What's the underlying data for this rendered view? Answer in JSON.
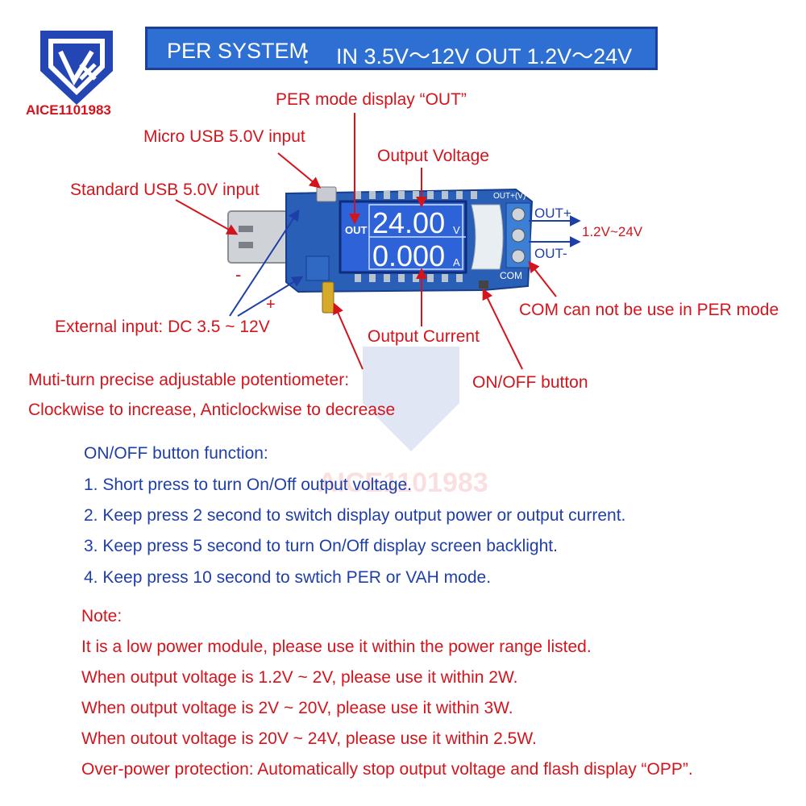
{
  "banner": {
    "prefix": "PER SYSTEM",
    "colon": "：",
    "spec": "IN 3.5V～12V  OUT 1.2V～24V"
  },
  "brand": {
    "logo_text": "AICE1101983"
  },
  "callouts": {
    "per_mode": "PER mode display “OUT”",
    "micro_usb": "Micro USB 5.0V input",
    "output_voltage": "Output Voltage",
    "standard_usb": "Standard USB 5.0V input",
    "external_input": "External input: DC 3.5 ~ 12V",
    "output_current": "Output Current",
    "com_note": "COM can not be use in PER mode",
    "on_off_button": "ON/OFF button",
    "pot_line1": "Muti-turn precise adjustable potentiometer:",
    "pot_line2": "Clockwise to increase, Anticlockwise to decrease",
    "minus": "-",
    "plus": "+",
    "out_plus": "OUT+",
    "out_minus": "OUT-",
    "out_range": "1.2V~24V"
  },
  "board": {
    "lcd_mode": "OUT",
    "voltage_reading": "24.00",
    "voltage_unit": "V",
    "current_reading": "0.000",
    "current_unit": "A",
    "com_label": "COM",
    "out_v_label": "OUT+(V)"
  },
  "functions": {
    "title": "ON/OFF button function:",
    "items": [
      "1. Short press to turn On/Off output voltage.",
      "2. Keep press 2 second to switch display output power or output current.",
      "3. Keep press 5 second to turn On/Off display screen backlight.",
      "4. Keep press 10 second to swtich PER or VAH mode."
    ]
  },
  "note": {
    "title": "Note:",
    "lines": [
      "It is a low power module, please use it within the power range listed.",
      "When output voltage is 1.2V ~ 2V,    please use it within 2W.",
      "When output voltage is 2V ~ 20V, please use it within 3W.",
      "When outout voltage is 20V ~ 24V, please use it within 2.5W.",
      "Over-power protection: Automatically stop output voltage and flash display “OPP”."
    ]
  },
  "colors": {
    "banner_bg": "#2d6fd2",
    "callout_red": "#d4141c",
    "callout_blue": "#1f3fa8",
    "lcd_blue": "#2e62d8",
    "board_blue": "#2a5fb8"
  }
}
